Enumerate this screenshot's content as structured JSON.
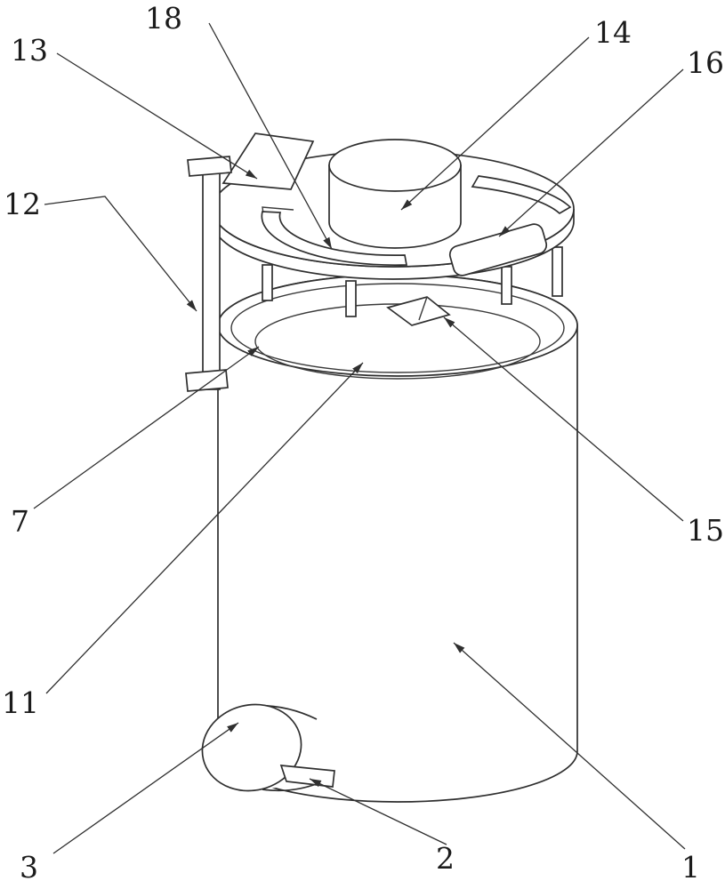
{
  "figure": {
    "type": "patent-line-drawing",
    "background_color": "#ffffff",
    "line_color": "#2f2f2f",
    "label_color": "#1b1b1b",
    "labels": [
      {
        "text": "13"
      },
      {
        "text": "18"
      },
      {
        "text": "14"
      },
      {
        "text": "16"
      },
      {
        "text": "12"
      },
      {
        "text": "7"
      },
      {
        "text": "15"
      },
      {
        "text": "11"
      },
      {
        "text": "3"
      },
      {
        "text": "2"
      },
      {
        "text": "1"
      }
    ]
  }
}
